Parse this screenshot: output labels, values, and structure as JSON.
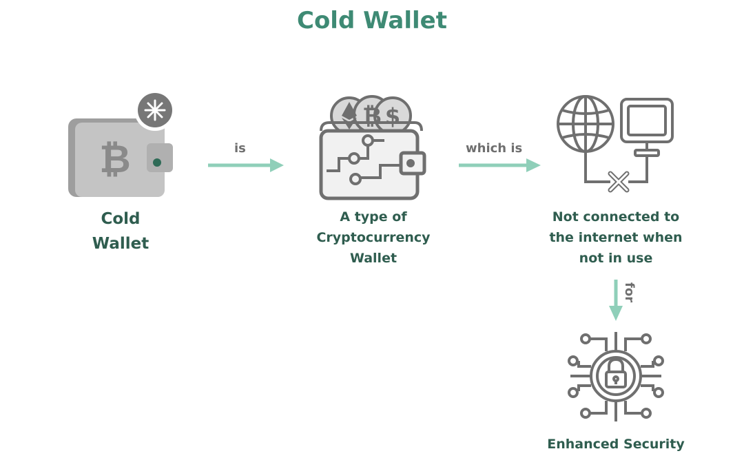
{
  "title": "Cold Wallet",
  "nodes": {
    "cold_wallet": {
      "line1": "Cold",
      "line2": "Wallet"
    },
    "crypto_wallet": {
      "line1": "A type of",
      "line2": "Cryptocurrency",
      "line3": "Wallet"
    },
    "offline": {
      "line1": "Not connected to",
      "line2": "the internet when",
      "line3": "not in use"
    },
    "security": {
      "line1": "Enhanced Security"
    }
  },
  "edges": {
    "is": "is",
    "which_is": "which is",
    "for": "for"
  },
  "colors": {
    "title": "#3e8a74",
    "label": "#2f5d4f",
    "arrow": "#8fcfb9",
    "icon": "#6f6f6f",
    "icon_fill": "#bdbdbd"
  }
}
